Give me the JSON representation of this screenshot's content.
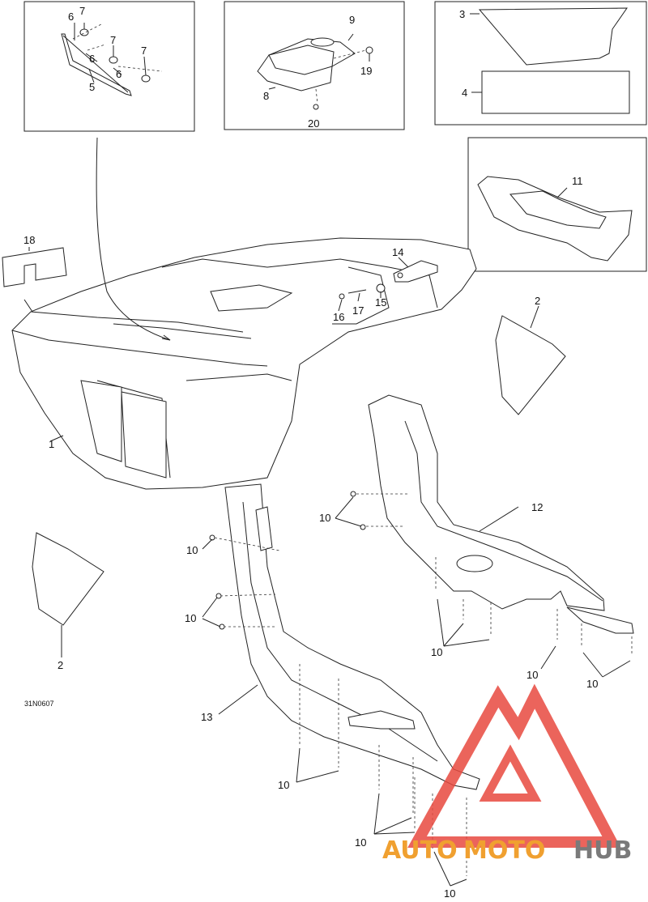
{
  "callouts": {
    "c1": "1",
    "c2a": "2",
    "c2b": "2",
    "c3": "3",
    "c4": "4",
    "c5": "5",
    "c6a": "6",
    "c6b": "6",
    "c6c": "6",
    "c7a": "7",
    "c7b": "7",
    "c7c": "7",
    "c8": "8",
    "c9": "9",
    "c10a": "10",
    "c10b": "10",
    "c10c": "10",
    "c10d": "10",
    "c10e": "10",
    "c10f": "10",
    "c10g": "10",
    "c10h": "10",
    "c10i": "10",
    "c11": "11",
    "c12": "12",
    "c13": "13",
    "c14": "14",
    "c15": "15",
    "c16": "16",
    "c17": "17",
    "c18": "18",
    "c19": "19",
    "c20": "20"
  },
  "diagram_code": "31N0607",
  "watermark": {
    "part1": "AUTO",
    "part2": "MOTO",
    "part3": "HUB"
  },
  "colors": {
    "watermark_red": "#e8493f",
    "watermark_orange": "#f0a030",
    "watermark_gray": "#7a7a7a"
  }
}
